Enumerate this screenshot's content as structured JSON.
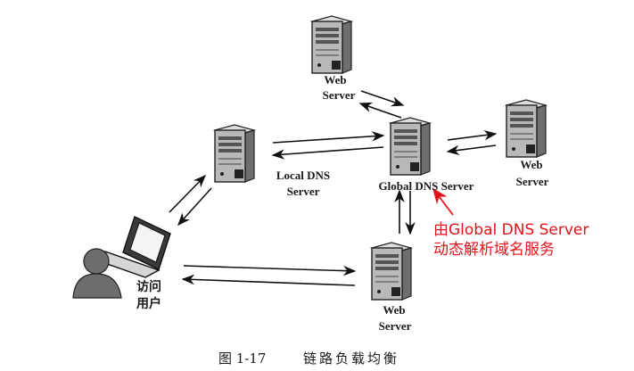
{
  "nodes": {
    "web_top": {
      "line1": "Web",
      "line2": "Server"
    },
    "local_dns": {
      "line1": "Local DNS",
      "line2": "Server"
    },
    "global_dns": {
      "line1": "Global DNS Server"
    },
    "web_right": {
      "line1": "Web",
      "line2": "Server"
    },
    "web_bottom": {
      "line1": "Web",
      "line2": "Server"
    },
    "user": {
      "line1": "访问",
      "line2": "用户"
    }
  },
  "annotation": {
    "line1": "由Global DNS Server",
    "line2": "动态解析域名服务",
    "color": "#e0151b"
  },
  "caption": {
    "number": "图 1-17",
    "title": "链路负载均衡"
  },
  "icons": {
    "server": "server-tower-icon",
    "laptop": "laptop-icon",
    "user": "user-person-icon"
  }
}
